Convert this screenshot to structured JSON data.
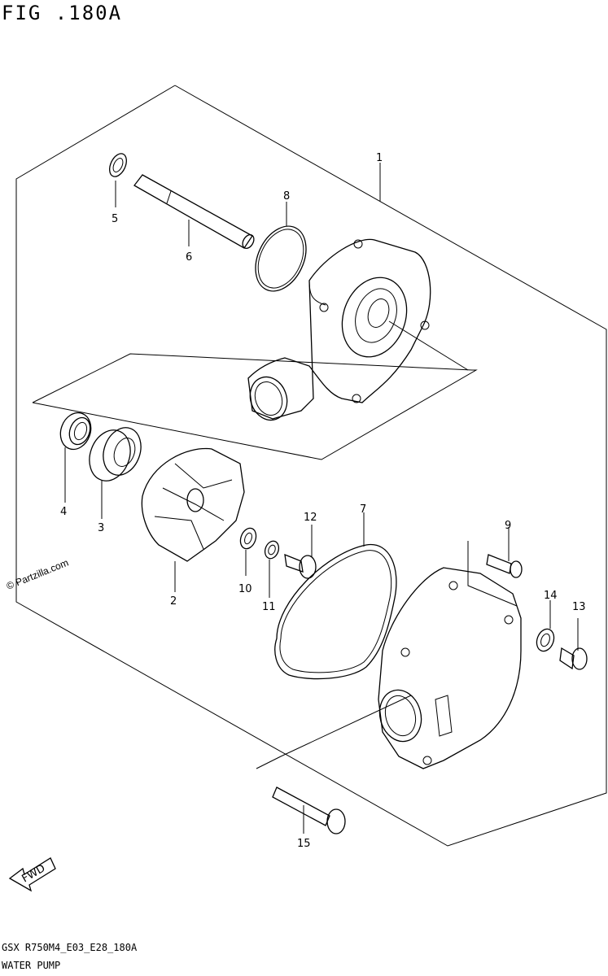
{
  "title": "FIG .180A",
  "watermark": "© Partzilla.com",
  "fwd_label": "FWD",
  "footer": {
    "code": "GSX R750M4_E03_E28_180A",
    "name": "WATER PUMP"
  },
  "callouts": [
    {
      "id": "1",
      "label": "1"
    },
    {
      "id": "2",
      "label": "2"
    },
    {
      "id": "3",
      "label": "3"
    },
    {
      "id": "4",
      "label": "4"
    },
    {
      "id": "5",
      "label": "5"
    },
    {
      "id": "6",
      "label": "6"
    },
    {
      "id": "7",
      "label": "7"
    },
    {
      "id": "8",
      "label": "8"
    },
    {
      "id": "9",
      "label": "9"
    },
    {
      "id": "10",
      "label": "10"
    },
    {
      "id": "11",
      "label": "11"
    },
    {
      "id": "12",
      "label": "12"
    },
    {
      "id": "13",
      "label": "13"
    },
    {
      "id": "14",
      "label": "14"
    },
    {
      "id": "15",
      "label": "15"
    }
  ]
}
